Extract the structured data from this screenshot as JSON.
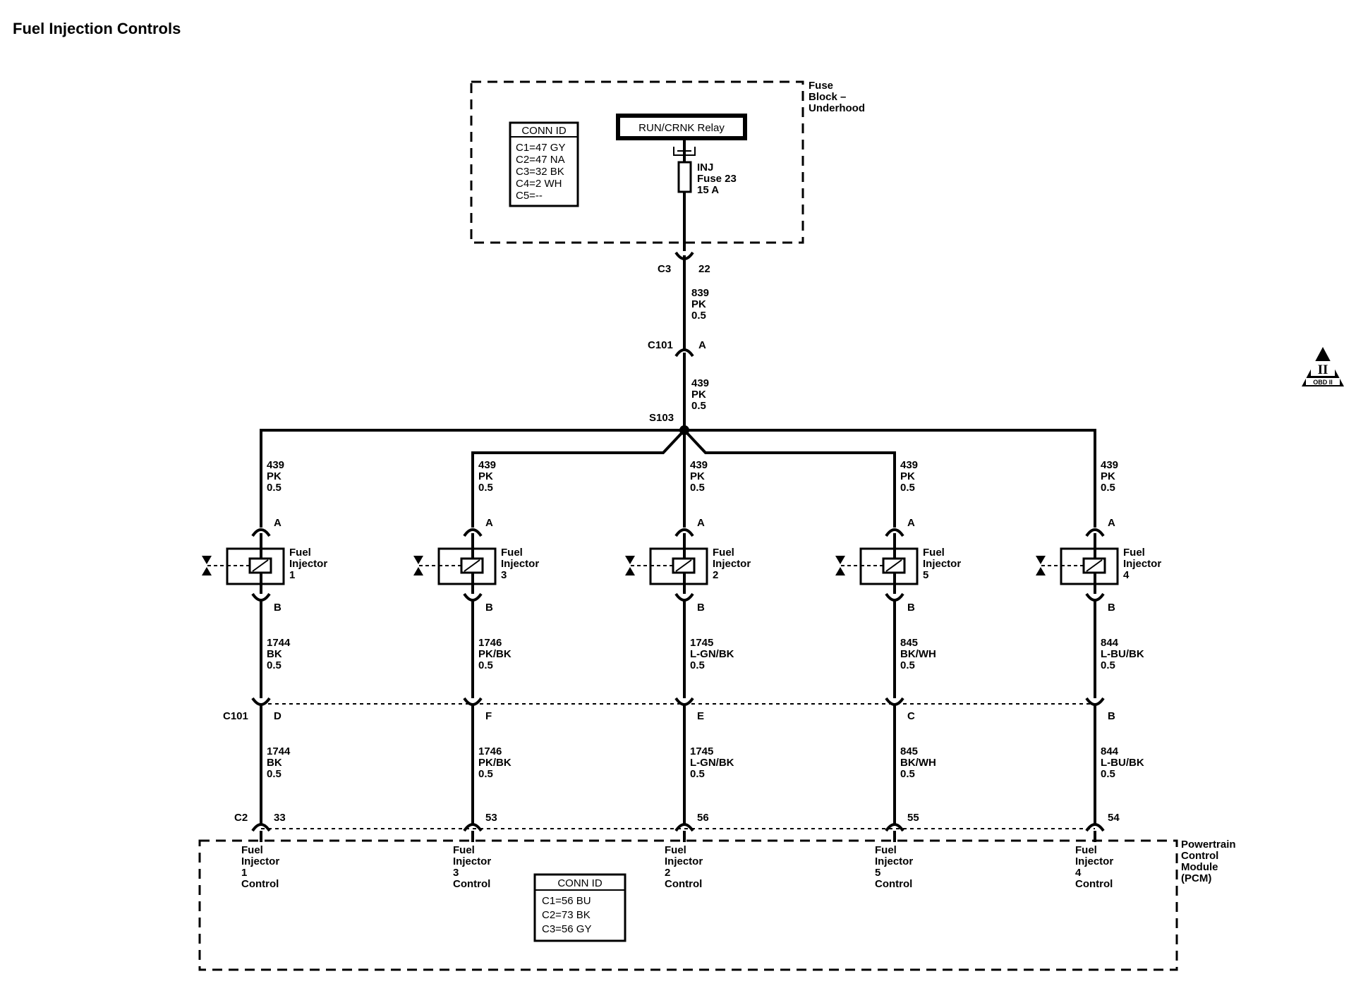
{
  "title": "Fuel Injection Controls",
  "fuse_block": {
    "label": [
      "Fuse",
      "Block –",
      "Underhood"
    ],
    "conn_id_title": "CONN ID",
    "conn_ids": [
      "C1=47 GY",
      "C2=47 NA",
      "C3=32 BK",
      "C4=2 WH",
      "C5=--"
    ],
    "relay_label": "RUN/CRNK Relay",
    "fuse_label": [
      "INJ",
      "Fuse 23",
      "15 A"
    ]
  },
  "feed": {
    "c3_connector": "C3",
    "c3_pin": "22",
    "wire_1": [
      "839",
      "PK",
      "0.5"
    ],
    "c101_connector": "C101",
    "c101_pin": "A",
    "wire_2": [
      "439",
      "PK",
      "0.5"
    ],
    "splice": "S103"
  },
  "injectors": [
    {
      "name": [
        "Fuel",
        "Injector",
        "1"
      ],
      "pin_a": "A",
      "pin_b": "B",
      "upper_wire": [
        "439",
        "PK",
        "0.5"
      ],
      "lower_wire": [
        "1744",
        "BK",
        "0.5"
      ],
      "c101_pin": "D",
      "pcm_pin": "33",
      "pcm_label": [
        "Fuel",
        "Injector",
        "1",
        "Control"
      ]
    },
    {
      "name": [
        "Fuel",
        "Injector",
        "3"
      ],
      "pin_a": "A",
      "pin_b": "B",
      "upper_wire": [
        "439",
        "PK",
        "0.5"
      ],
      "lower_wire": [
        "1746",
        "PK/BK",
        "0.5"
      ],
      "c101_pin": "F",
      "pcm_pin": "53",
      "pcm_label": [
        "Fuel",
        "Injector",
        "3",
        "Control"
      ]
    },
    {
      "name": [
        "Fuel",
        "Injector",
        "2"
      ],
      "pin_a": "A",
      "pin_b": "B",
      "upper_wire": [
        "439",
        "PK",
        "0.5"
      ],
      "lower_wire": [
        "1745",
        "L-GN/BK",
        "0.5"
      ],
      "c101_pin": "E",
      "pcm_pin": "56",
      "pcm_label": [
        "Fuel",
        "Injector",
        "2",
        "Control"
      ]
    },
    {
      "name": [
        "Fuel",
        "Injector",
        "5"
      ],
      "pin_a": "A",
      "pin_b": "B",
      "upper_wire": [
        "439",
        "PK",
        "0.5"
      ],
      "lower_wire": [
        "845",
        "BK/WH",
        "0.5"
      ],
      "c101_pin": "C",
      "pcm_pin": "55",
      "pcm_label": [
        "Fuel",
        "Injector",
        "5",
        "Control"
      ]
    },
    {
      "name": [
        "Fuel",
        "Injector",
        "4"
      ],
      "pin_a": "A",
      "pin_b": "B",
      "upper_wire": [
        "439",
        "PK",
        "0.5"
      ],
      "lower_wire": [
        "844",
        "L-BU/BK",
        "0.5"
      ],
      "c101_pin": "B",
      "pcm_pin": "54",
      "pcm_label": [
        "Fuel",
        "Injector",
        "4",
        "Control"
      ]
    }
  ],
  "lower_c101_connector": "C101",
  "pcm_c2_connector": "C2",
  "pcm": {
    "label": [
      "Powertrain",
      "Control",
      "Module",
      "(PCM)"
    ],
    "conn_id_title": "CONN ID",
    "conn_ids": [
      "C1=56 BU",
      "C2=73 BK",
      "C3=56 GY"
    ]
  },
  "obd_badge": {
    "roman": "II",
    "text": "OBD II"
  }
}
